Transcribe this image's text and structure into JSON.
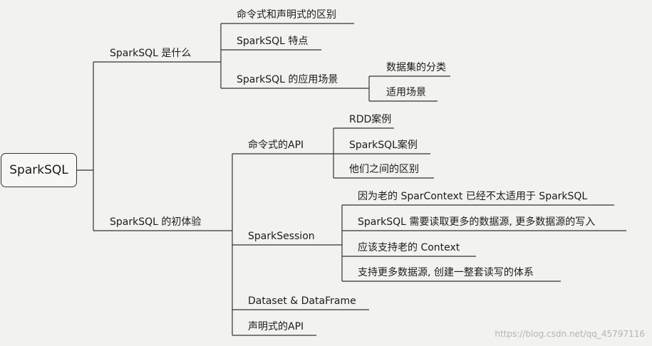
{
  "mindmap": {
    "root": "SparkSQL",
    "branches": [
      {
        "label": "SparkSQL 是什么",
        "children": [
          {
            "label": "命令式和声明式的区别"
          },
          {
            "label": "SparkSQL 特点"
          },
          {
            "label": "SparkSQL 的应用场景",
            "children": [
              {
                "label": "数据集的分类"
              },
              {
                "label": "适用场景"
              }
            ]
          }
        ]
      },
      {
        "label": "SparkSQL 的初体验",
        "children": [
          {
            "label": "命令式的API",
            "children": [
              {
                "label": "RDD案例"
              },
              {
                "label": "SparkSQL案例"
              },
              {
                "label": "他们之间的区别"
              }
            ]
          },
          {
            "label": "SparkSession",
            "children": [
              {
                "label": "因为老的 SparContext 已经不太适用于 SparkSQL"
              },
              {
                "label": "SparkSQL 需要读取更多的数据源, 更多数据源的写入"
              },
              {
                "label": "应该支持老的 Context"
              },
              {
                "label": "支持更多数据源, 创建一整套读写的体系"
              }
            ]
          },
          {
            "label": "Dataset & DataFrame"
          },
          {
            "label": "声明式的API"
          }
        ]
      }
    ]
  },
  "watermark": "https://blog.csdn.net/qq_45797116"
}
